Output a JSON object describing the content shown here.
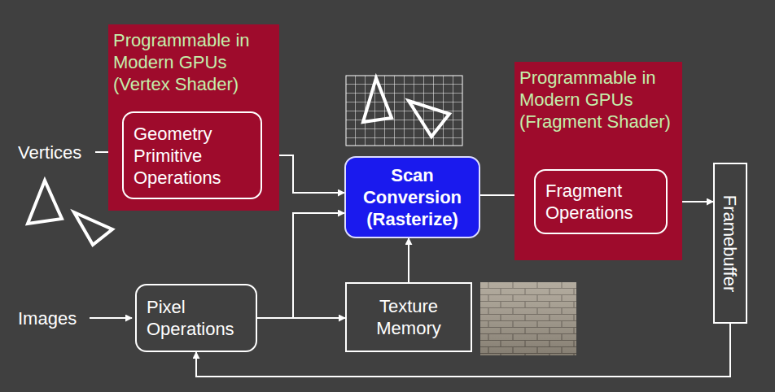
{
  "diagram": {
    "nodes": [
      {
        "text": [
          "Programmable in Modern GPUs (Vertex Shader)"
        ]
      },
      {
        "text": [
          "Geometry Primitive Operations"
        ],
        "in": 0
      },
      {
        "text": [
          "Scan Conversion (Rasterize)"
        ]
      },
      {
        "text": [
          "Programmable in Modern GPUs (Fragment Shader)"
        ]
      },
      {
        "text": [
          "Fragment Operations"
        ],
        "in": 3
      },
      {
        "text": [
          "Framebuffer"
        ]
      },
      {
        "text": [
          "Pixel Operations"
        ]
      },
      {
        "text": [
          "Texture Memory"
        ]
      }
    ],
    "edges": [
      {
        "from": 1,
        "to": 2,
        "arrow": "to"
      },
      {
        "from": 6,
        "to": 2,
        "arrow": "to"
      },
      {
        "from": 6,
        "to": 7,
        "arrow": "to"
      },
      {
        "from": 7,
        "to": 2,
        "arrow": "to"
      },
      {
        "from": 2,
        "to": 4,
        "arrow": "to"
      },
      {
        "from": 4,
        "to": 5,
        "arrow": "to"
      },
      {
        "from": 5,
        "to": 6,
        "arrow": "to"
      }
    ],
    "labels": [
      "Vertices",
      "Images"
    ]
  }
}
